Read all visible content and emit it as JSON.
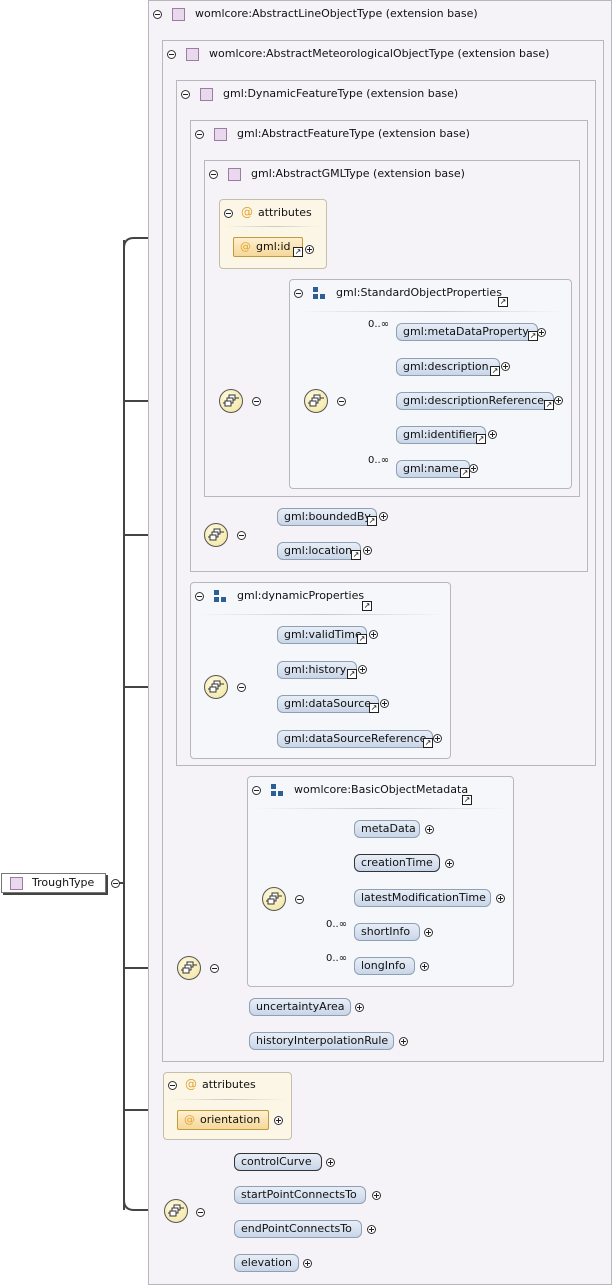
{
  "root_type": "TroughType",
  "bases": {
    "abstract_line_object": "womlcore:AbstractLineObjectType (extension base)",
    "abstract_meteorological_object": "womlcore:AbstractMeteorologicalObjectType (extension base)",
    "dynamic_feature": "gml:DynamicFeatureType (extension base)",
    "abstract_feature": "gml:AbstractFeatureType (extension base)",
    "abstract_gml": "gml:AbstractGMLType (extension base)"
  },
  "attributes_label": "attributes",
  "attributes": {
    "gml_id": "gml:id",
    "orientation": "orientation"
  },
  "groups": {
    "standard_object_properties": "gml:StandardObjectProperties",
    "dynamic_properties": "gml:dynamicProperties",
    "basic_object_metadata": "womlcore:BasicObjectMetadata"
  },
  "elements": {
    "meta_data_property": "gml:metaDataProperty",
    "description": "gml:description",
    "description_reference": "gml:descriptionReference",
    "identifier": "gml:identifier",
    "name": "gml:name",
    "bounded_by": "gml:boundedBy",
    "location": "gml:location",
    "valid_time": "gml:validTime",
    "history": "gml:history",
    "data_source": "gml:dataSource",
    "data_source_reference": "gml:dataSourceReference",
    "meta_data": "metaData",
    "creation_time": "creationTime",
    "latest_modification_time": "latestModificationTime",
    "short_info": "shortInfo",
    "long_info": "longInfo",
    "uncertainty_area": "uncertaintyArea",
    "history_interpolation_rule": "historyInterpolationRule",
    "control_curve": "controlCurve",
    "start_point_connects_to": "startPointConnectsTo",
    "end_point_connects_to": "endPointConnectsTo",
    "elevation": "elevation"
  },
  "cardinality": {
    "zero_to_many": "0..∞"
  },
  "icons": {
    "collapse": "minus-circle-icon",
    "expand": "plus-circle-icon",
    "reference": "arrow-up-right-icon",
    "sequence": "sequence-compositor-icon",
    "complex_type": "complex-type-icon",
    "group": "group-icon",
    "attribute": "at-sign-icon"
  },
  "colors": {
    "element_fill": "#c9d6e8",
    "attribute_fill": "#f5d89a",
    "extension_fill": "#f6f3f8",
    "type_icon": "#ead9ee"
  }
}
